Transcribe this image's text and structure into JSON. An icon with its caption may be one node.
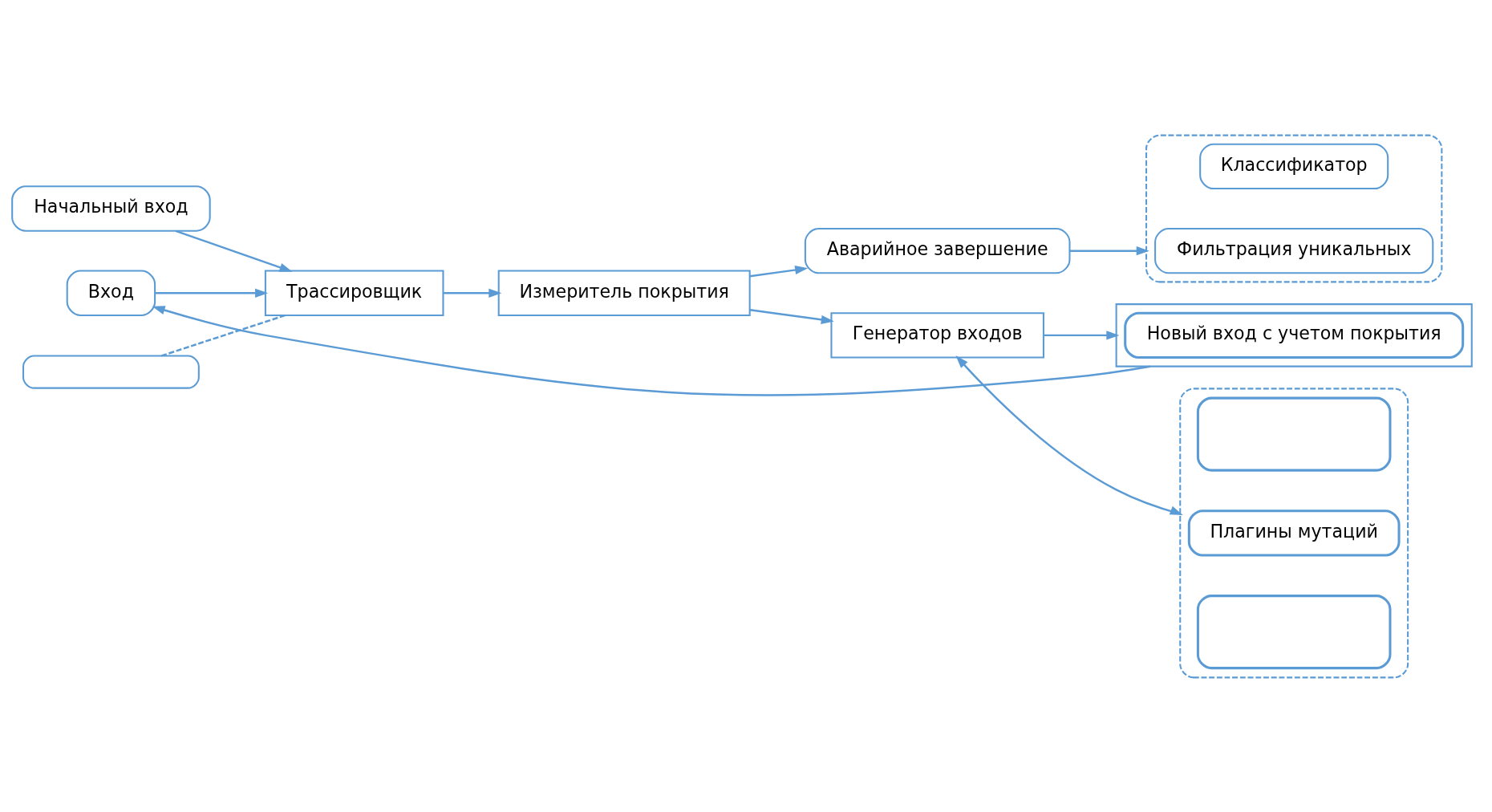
{
  "diagram": {
    "nodes": [
      {
        "text": [
          "Начальный вход"
        ]
      },
      {
        "text": [
          "Вход"
        ]
      },
      {
        "text": [],
        "shape": "box"
      },
      {
        "text": [
          "Трассировщик"
        ]
      },
      {
        "text": [
          "Измеритель покрытия"
        ]
      },
      {
        "text": [
          "Аварийное завершение"
        ]
      },
      {
        "text": [],
        "shape": "box"
      },
      {
        "text": [
          "Классификатор"
        ],
        "in": 6
      },
      {
        "text": [
          "Фильтрация уникальных"
        ],
        "in": 6
      },
      {
        "text": [],
        "shape": "box"
      },
      {
        "text": [
          "Новый вход с учетом покрытия"
        ],
        "in": 9
      },
      {
        "text": [
          "Генератор входов"
        ]
      },
      {
        "text": [],
        "shape": "box"
      },
      {
        "text": [],
        "shape": "box",
        "in": 12
      },
      {
        "text": [
          "Плагины мутаций"
        ],
        "in": 12
      },
      {
        "text": [],
        "shape": "box",
        "in": 12
      }
    ],
    "edges": [
      {
        "from": 0,
        "to": 3,
        "arrow": "to"
      },
      {
        "from": 1,
        "to": 3,
        "arrow": "to"
      },
      {
        "from": 2,
        "to": 3,
        "arrow": "none",
        "style": "dashed"
      },
      {
        "from": 3,
        "to": 4,
        "arrow": "to"
      },
      {
        "from": 4,
        "to": 5,
        "arrow": "to"
      },
      {
        "from": 5,
        "to": 6,
        "arrow": "to"
      },
      {
        "from": 4,
        "to": 11,
        "arrow": "to"
      },
      {
        "from": 11,
        "to": 9,
        "arrow": "to"
      },
      {
        "from": 9,
        "to": 1,
        "arrow": "to"
      },
      {
        "from": 11,
        "to": 12,
        "arrow": "both"
      }
    ]
  }
}
